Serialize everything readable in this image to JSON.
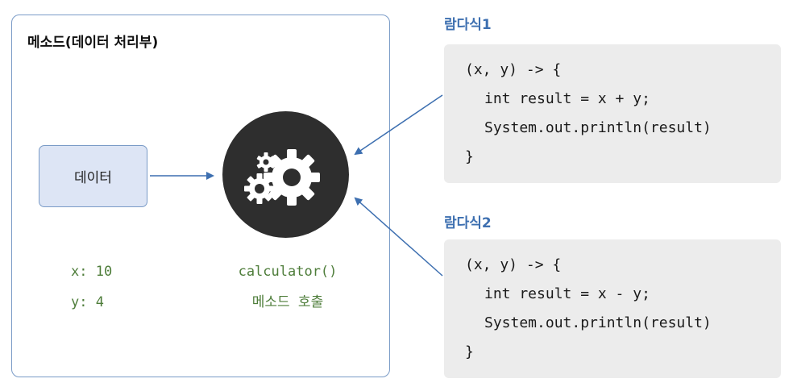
{
  "method_box": {
    "title": "메소드(데이터 처리부)",
    "data_label": "데이터",
    "vars": [
      "x: 10",
      "y: 4"
    ],
    "call_lines": [
      "calculator()",
      "메소드 호출"
    ]
  },
  "lambdas": [
    {
      "label": "람다식1",
      "code": [
        "(x, y) -> {",
        "int result = x + y;",
        "System.out.println(result)",
        "}"
      ]
    },
    {
      "label": "람다식2",
      "code": [
        "(x, y) -> {",
        "int result = x - y;",
        "System.out.println(result)",
        "}"
      ]
    }
  ],
  "icons": {
    "center": "gears-icon"
  },
  "colors": {
    "border": "#7a9bc7",
    "data_fill": "#dde5f5",
    "label_blue": "#3d6fb0",
    "green_text": "#4e7d3a",
    "circle": "#2e2e2e",
    "code_bg": "#ececec"
  }
}
